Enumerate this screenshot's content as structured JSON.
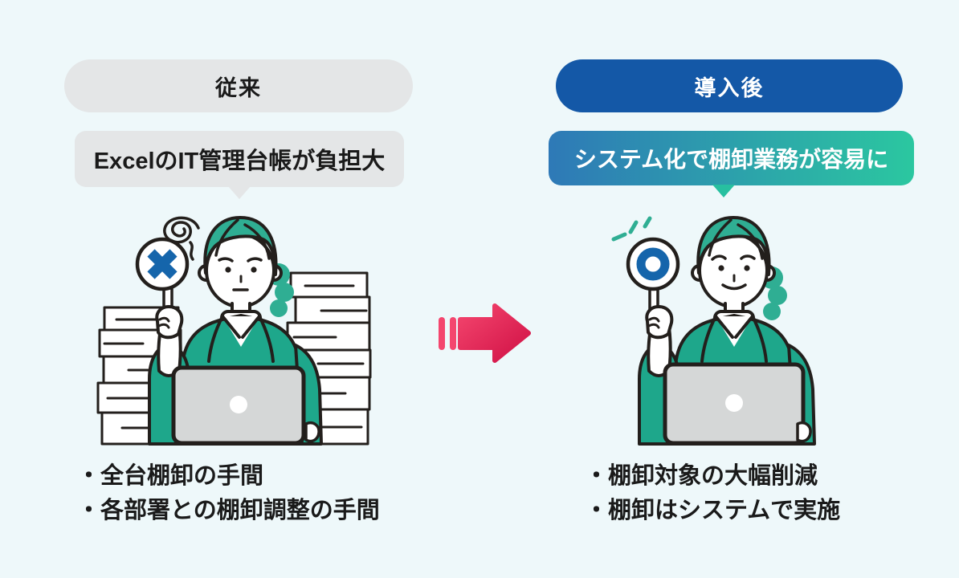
{
  "theme": {
    "page_bg": "#eef8fa",
    "pill_gray": "#e4e6e7",
    "pill_blue": "#1458a7",
    "callout_gradient_from": "#2e79b7",
    "callout_gradient_to": "#2bc7a0",
    "callout_tail_teal": "#27c0a0",
    "arrow_from": "#f4466e",
    "arrow_to": "#d01045",
    "text_dark": "#1a1a1a",
    "text_light": "#ffffff",
    "ill_outline": "#231f1c",
    "ill_hair": "#2fae93",
    "ill_jacket": "#1ea78b",
    "ill_laptop": "#d5d7d7",
    "ill_paper": "#ffffff",
    "sign_blue": "#1565ab"
  },
  "before": {
    "header_label": "従来",
    "callout_label": "ExcelのIT管理台帳が負担大",
    "illustration": "frustrated-woman-holding-x-paddle-at-laptop-with-paper-stacks",
    "bullets": [
      "・全台棚卸の手間",
      "・各部署との棚卸調整の手間"
    ]
  },
  "after": {
    "header_label": "導入後",
    "callout_label": "システム化で棚卸業務が容易に",
    "illustration": "happy-woman-holding-o-paddle-at-laptop",
    "bullets": [
      "・棚卸対象の大幅削減",
      "・棚卸はシステムで実施"
    ]
  },
  "transition_arrow": {
    "direction": "right",
    "style": "thick arrow with two speed bars"
  }
}
